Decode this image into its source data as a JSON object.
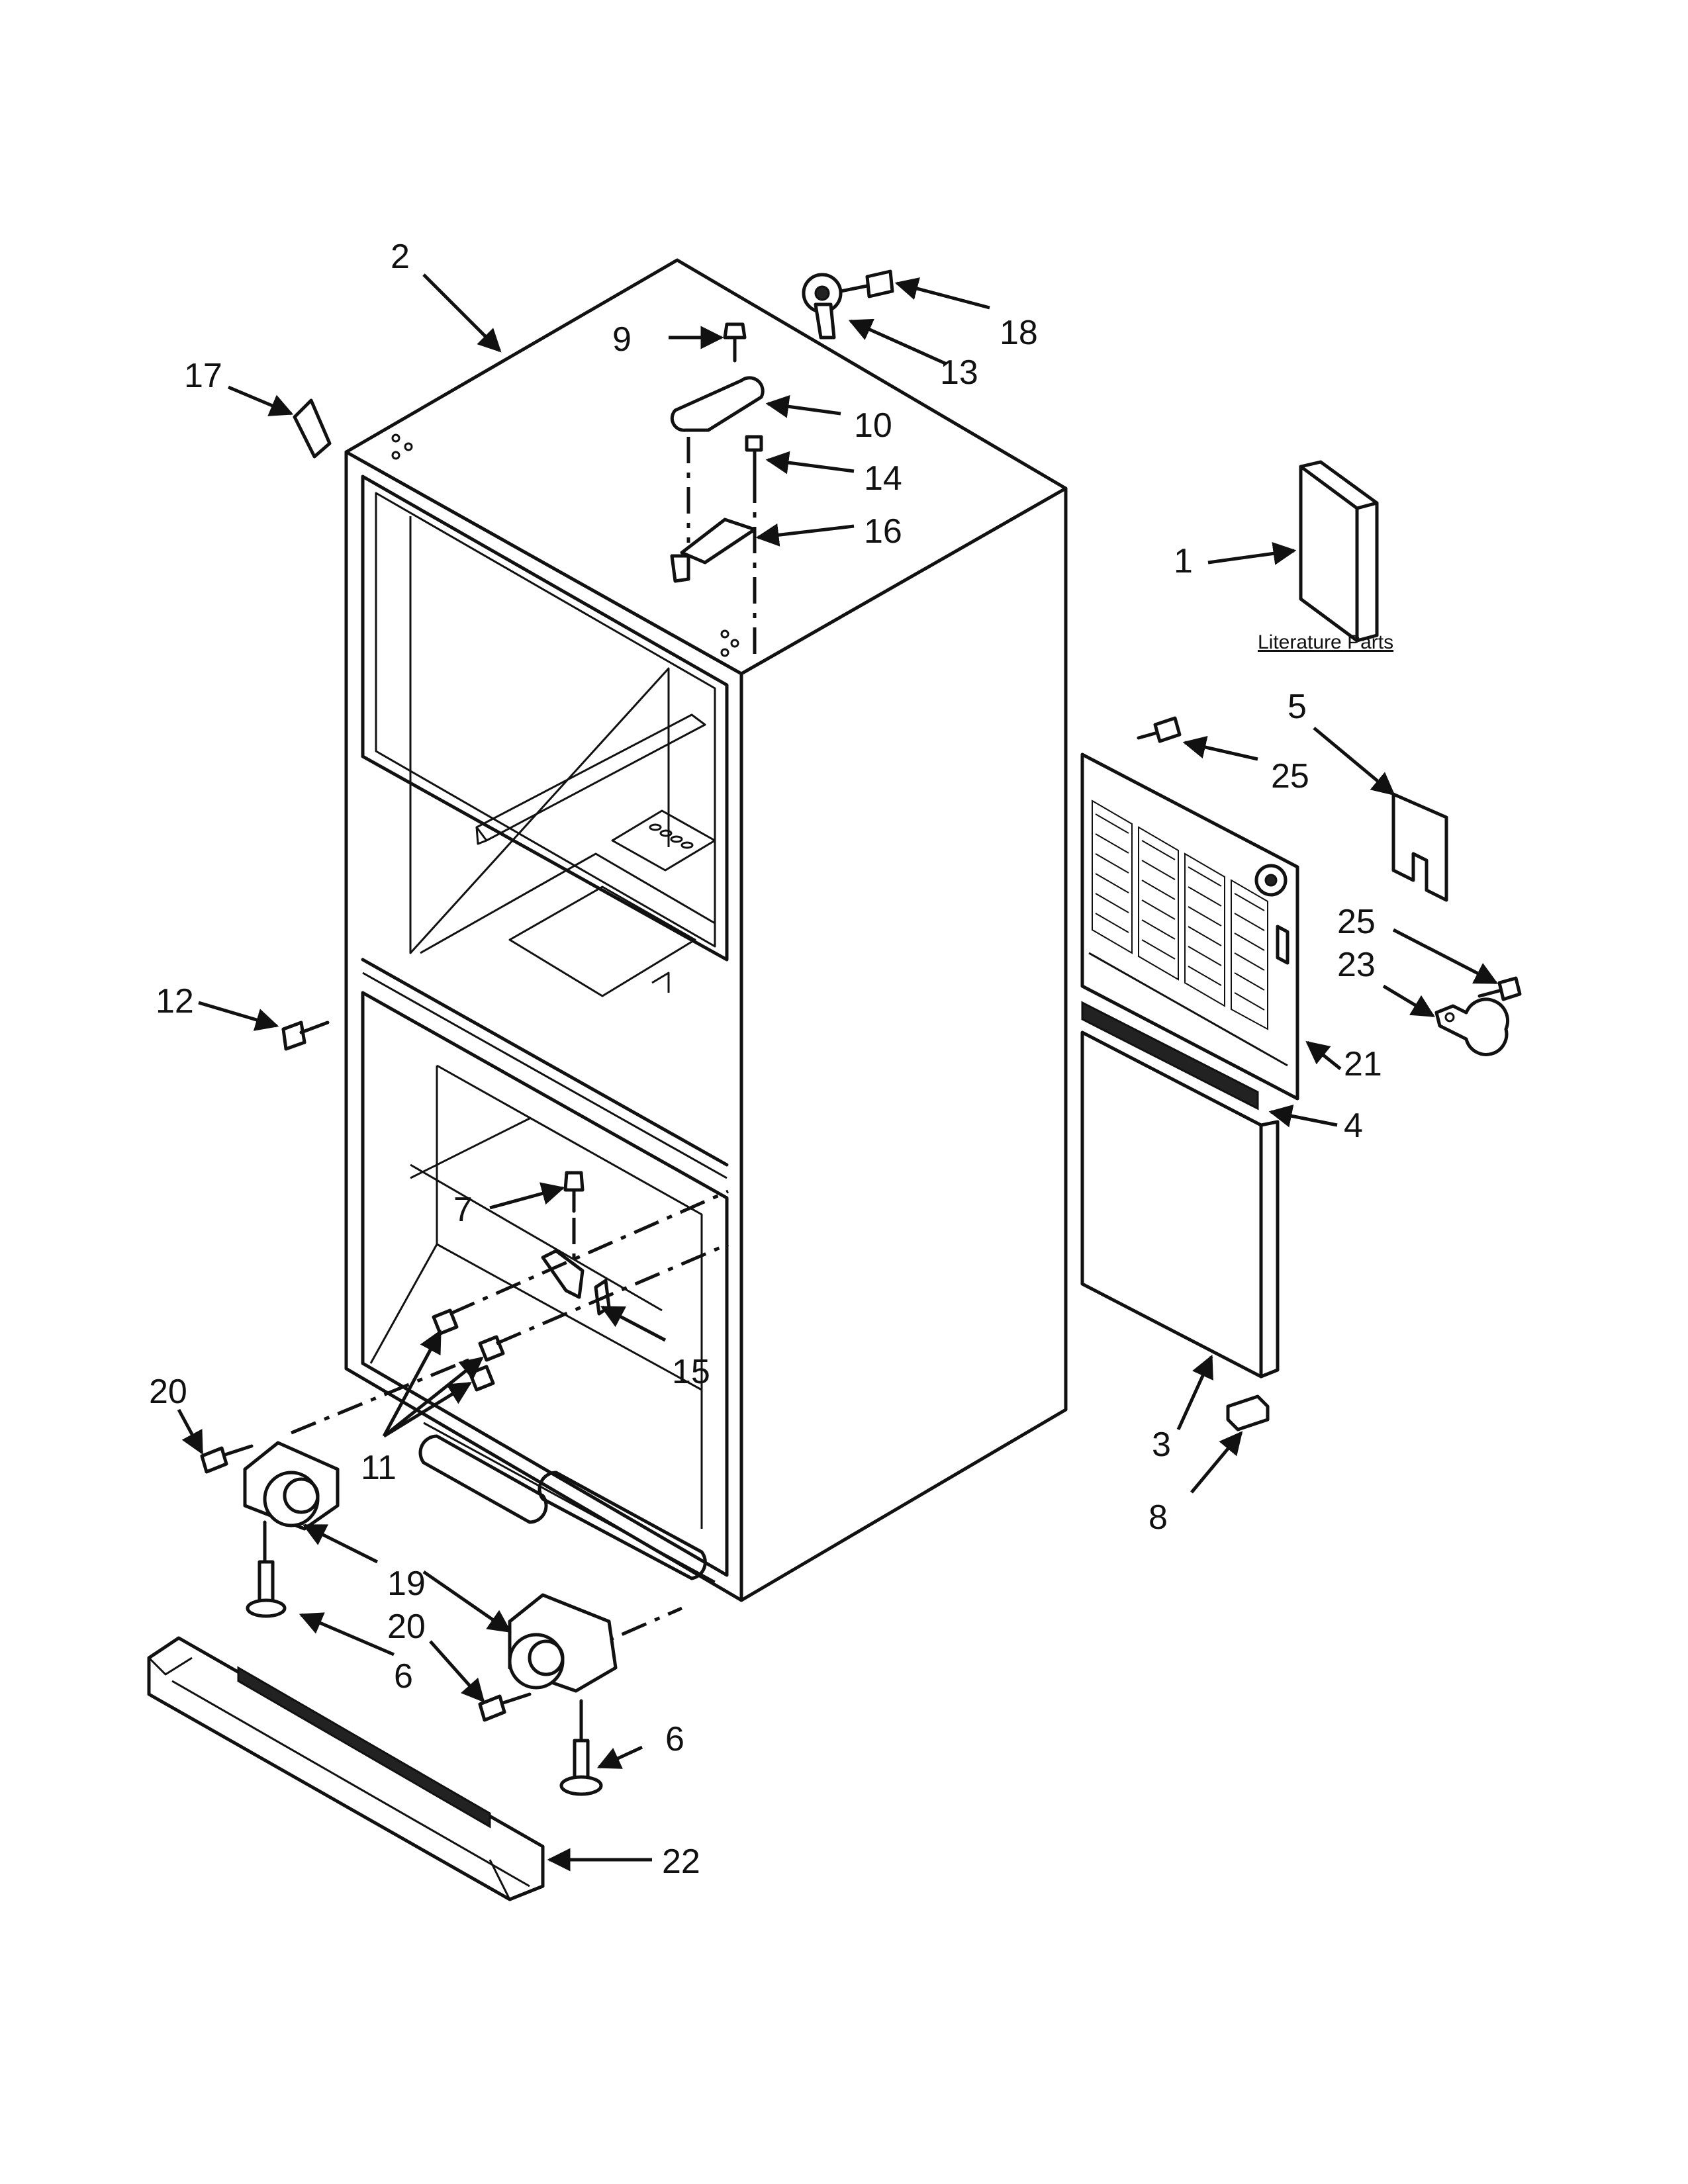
{
  "diagram": {
    "literature_label": "Literature Parts",
    "callouts": {
      "c1": "1",
      "c2": "2",
      "c3": "3",
      "c4": "4",
      "c5": "5",
      "c6a": "6",
      "c6b": "6",
      "c7": "7",
      "c8": "8",
      "c9": "9",
      "c10": "10",
      "c11": "11",
      "c12": "12",
      "c13": "13",
      "c14": "14",
      "c15": "15",
      "c16": "16",
      "c17": "17",
      "c18": "18",
      "c19": "19",
      "c20a": "20",
      "c20b": "20",
      "c21": "21",
      "c22": "22",
      "c23": "23",
      "c25a": "25",
      "c25b": "25"
    }
  }
}
